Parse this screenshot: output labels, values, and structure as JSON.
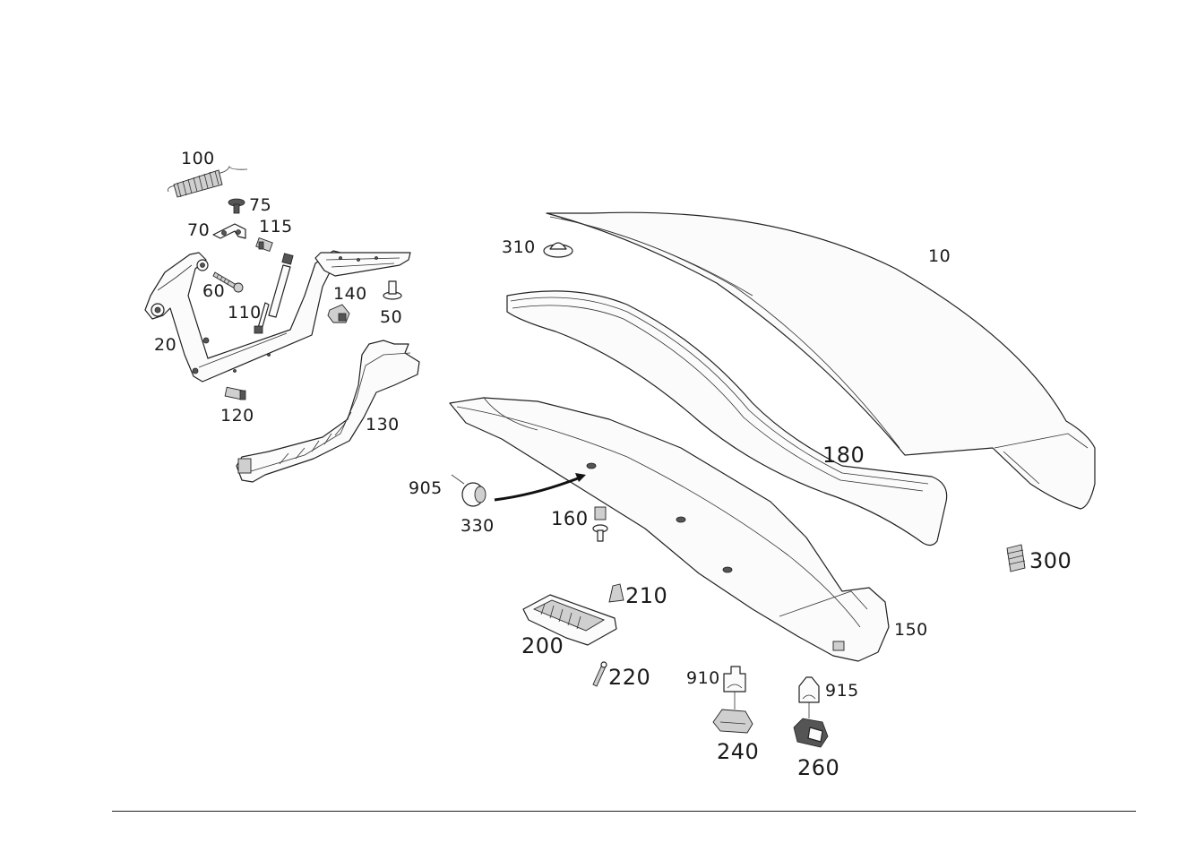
{
  "parts": [
    {
      "id": "p100",
      "label": "100"
    },
    {
      "id": "p75",
      "label": "75"
    },
    {
      "id": "p70",
      "label": "70"
    },
    {
      "id": "p115",
      "label": "115"
    },
    {
      "id": "p60",
      "label": "60"
    },
    {
      "id": "p110",
      "label": "110"
    },
    {
      "id": "p140",
      "label": "140"
    },
    {
      "id": "p50",
      "label": "50"
    },
    {
      "id": "p20",
      "label": "20"
    },
    {
      "id": "p120",
      "label": "120"
    },
    {
      "id": "p130",
      "label": "130"
    },
    {
      "id": "p310",
      "label": "310"
    },
    {
      "id": "p10",
      "label": "10"
    },
    {
      "id": "p180",
      "label": "180"
    },
    {
      "id": "p905",
      "label": "905"
    },
    {
      "id": "p330",
      "label": "330"
    },
    {
      "id": "p160",
      "label": "160"
    },
    {
      "id": "p300",
      "label": "300"
    },
    {
      "id": "p210",
      "label": "210"
    },
    {
      "id": "p200",
      "label": "200"
    },
    {
      "id": "p150",
      "label": "150"
    },
    {
      "id": "p220",
      "label": "220"
    },
    {
      "id": "p910",
      "label": "910"
    },
    {
      "id": "p915",
      "label": "915"
    },
    {
      "id": "p240",
      "label": "240"
    },
    {
      "id": "p260",
      "label": "260"
    }
  ]
}
